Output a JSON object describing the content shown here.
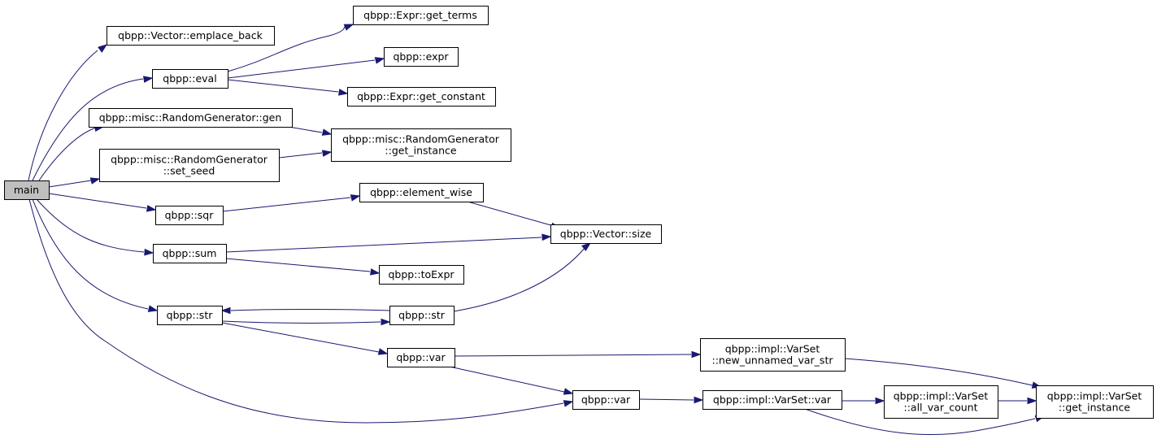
{
  "colors": {
    "edge": "#191970",
    "node_border": "#000000",
    "node_fill": "#ffffff",
    "root_fill": "#bfbfbf"
  },
  "nodes": {
    "main": [
      "main"
    ],
    "emplace_back": [
      "qbpp::Vector::emplace_back"
    ],
    "eval": [
      "qbpp::eval"
    ],
    "get_terms": [
      "qbpp::Expr::get_terms"
    ],
    "expr": [
      "qbpp::expr"
    ],
    "get_constant": [
      "qbpp::Expr::get_constant"
    ],
    "rg_gen": [
      "qbpp::misc::RandomGenerator::gen"
    ],
    "rg_get_instance": [
      "qbpp::misc::RandomGenerator",
      "::get_instance"
    ],
    "rg_set_seed": [
      "qbpp::misc::RandomGenerator",
      "::set_seed"
    ],
    "sqr": [
      "qbpp::sqr"
    ],
    "element_wise": [
      "qbpp::element_wise"
    ],
    "vector_size": [
      "qbpp::Vector::size"
    ],
    "sum": [
      "qbpp::sum"
    ],
    "toExpr": [
      "qbpp::toExpr"
    ],
    "str1": [
      "qbpp::str"
    ],
    "str2": [
      "qbpp::str"
    ],
    "var1": [
      "qbpp::var"
    ],
    "var2": [
      "qbpp::var"
    ],
    "new_unnamed": [
      "qbpp::impl::VarSet",
      "::new_unnamed_var_str"
    ],
    "varset_var": [
      "qbpp::impl::VarSet::var"
    ],
    "all_var_count": [
      "qbpp::impl::VarSet",
      "::all_var_count"
    ],
    "varset_get_instance": [
      "qbpp::impl::VarSet",
      "::get_instance"
    ]
  }
}
